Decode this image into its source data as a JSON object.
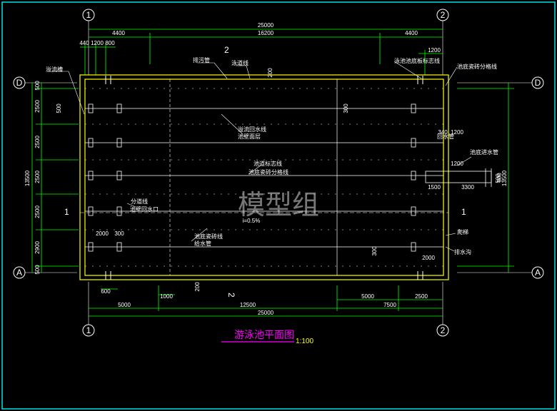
{
  "title": "游泳池平面图",
  "scale": "1:100",
  "watermark": "模型组",
  "colors": {
    "frame": "#00e0e0",
    "dim_line": "#00ff00",
    "pool_outline": "#ffff00",
    "lane": "#ffffff",
    "label": "#00ff00",
    "title": "#ff00ff"
  },
  "grid_axes": {
    "top_left": "1",
    "top_right": "2",
    "bottom_left": "1",
    "bottom_right": "2",
    "left_top": "D",
    "left_bottom": "A",
    "right_top": "D",
    "right_bottom": "A"
  },
  "dims_top": {
    "total": "25000",
    "segments": [
      "4400",
      "16200",
      "4400"
    ],
    "small_left": [
      "440",
      "1200",
      "800"
    ],
    "small_right": "1200"
  },
  "dims_bottom": {
    "total": "25000",
    "row1": [
      "5000",
      "12500"
    ],
    "row1_right": [
      "5000",
      "2500"
    ],
    "row2_right": "7500",
    "small": [
      "600",
      "1000"
    ]
  },
  "dims_left": {
    "total": "13500",
    "segments": [
      "500",
      "2500",
      "2500",
      "2500",
      "2500",
      "2900",
      "500"
    ]
  },
  "dims_right": {
    "total": "13500",
    "small": [
      "500"
    ]
  },
  "inner_dims": {
    "top_center": "200",
    "lane_mid": "300",
    "right_pipe": "340",
    "right_pipe_b": "1200",
    "right_inlet": "1200",
    "right_a": "1500",
    "right_b": "3300",
    "bottom_a": "2000",
    "bottom_b": "300",
    "bottom_c": "2000",
    "bottom_center": "200",
    "left_500": "500",
    "small_vert": "500",
    "slope": "i=0.5%"
  },
  "labels": {
    "l1": "溢流槽",
    "l2": "排污管",
    "l3": "泳道线",
    "l4": "溢流回水线",
    "l5": "池壁面层",
    "l6": "池道标志线",
    "l7": "池底瓷砖分格线",
    "l8": "分道线",
    "l9": "池底瓷砖线",
    "l10": "给水管",
    "l11": "泳池池底板标志线",
    "l12": "池底瓷砖分格线",
    "l13": "池底进水管",
    "l14": "爬梯",
    "l15": "排水沟",
    "l16": "池壁回水口",
    "l17": "回水管"
  },
  "section_marks": [
    "1",
    "1",
    "2",
    "2"
  ]
}
